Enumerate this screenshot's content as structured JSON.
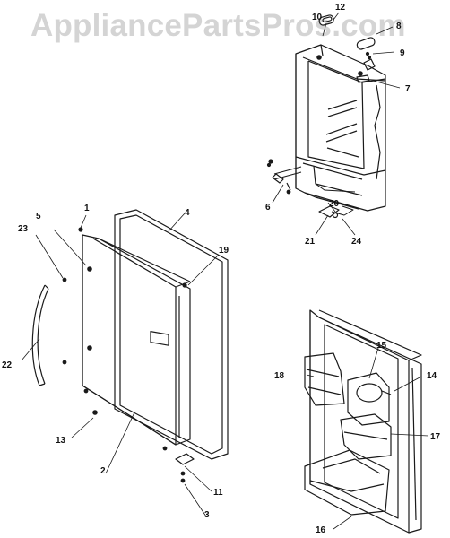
{
  "watermark": "AppliancePartsPros.com",
  "callouts": {
    "c1": "1",
    "c2": "2",
    "c3": "3",
    "c4": "4",
    "c5": "5",
    "c6": "6",
    "c7": "7",
    "c8": "8",
    "c9": "9",
    "c10": "10",
    "c11": "11",
    "c12": "12",
    "c13": "13",
    "c14": "14",
    "c15": "15",
    "c16": "16",
    "c17": "17",
    "c18": "18",
    "c19": "19",
    "c20": "20",
    "c21": "21",
    "c22": "22",
    "c23": "23",
    "c24": "24"
  }
}
